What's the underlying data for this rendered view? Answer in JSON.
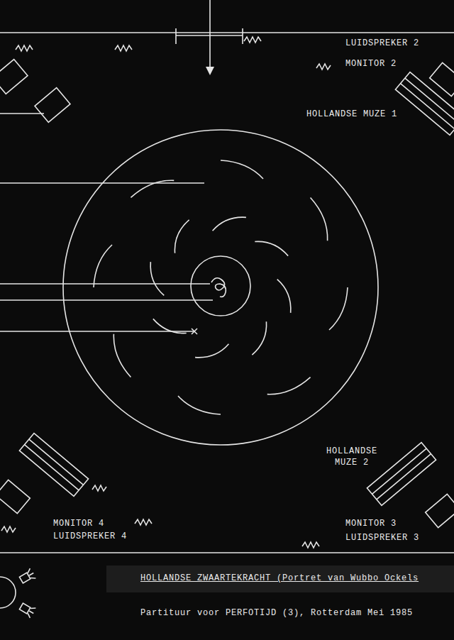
{
  "diagram": {
    "title": "HOLLANDSE ZWAARTEKRACHT (Portret van Wubbo Ockels",
    "caption": "Partituur voor PERFOTIJD (3), Rotterdam Mei 1985",
    "labels": [
      "LUIDSPREKER 2",
      "MONITOR 2",
      "HOLLANDSE MUZE 1",
      "HOLLANDSE MUZE 2",
      "MONITOR 4",
      "LUIDSPREKER 4",
      "MONITOR 3",
      "LUIDSPREKER 3"
    ]
  }
}
